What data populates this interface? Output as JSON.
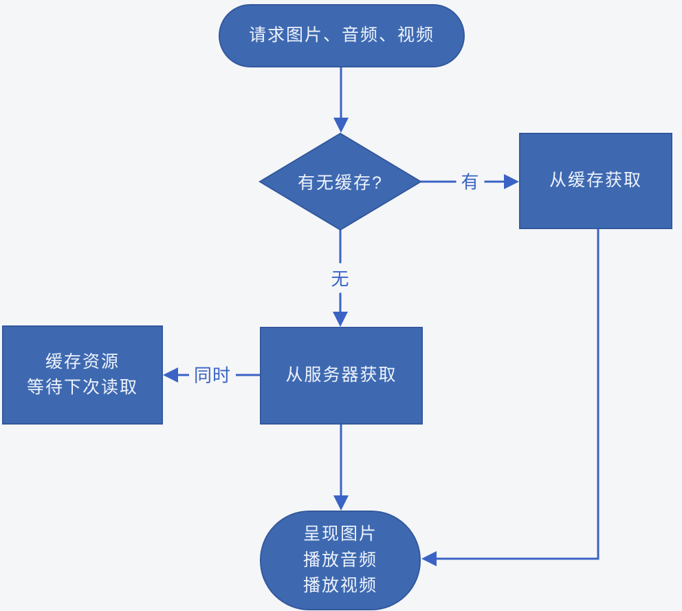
{
  "diagram": {
    "background": "#f5f6f8",
    "colors": {
      "node_fill": "#3e69b1",
      "node_border": "#33589d",
      "connector": "#3a63c4",
      "node_text": "#eef3fb",
      "edge_label_text": "#3a63c4"
    },
    "nodes": {
      "request": {
        "shape": "stadium",
        "label": "请求图片、音频、视频"
      },
      "decision": {
        "shape": "diamond",
        "label": "有无缓存?"
      },
      "from_cache": {
        "shape": "rect",
        "label": "从缓存获取"
      },
      "from_server": {
        "shape": "rect",
        "label": "从服务器获取"
      },
      "cache_resource": {
        "shape": "rect",
        "lines": [
          "缓存资源",
          "等待下次读取"
        ]
      },
      "present": {
        "shape": "stadium",
        "lines": [
          "呈现图片",
          "播放音频",
          "播放视频"
        ]
      }
    },
    "edge_labels": {
      "yes": "有",
      "no": "无",
      "simultaneously": "同时"
    }
  }
}
